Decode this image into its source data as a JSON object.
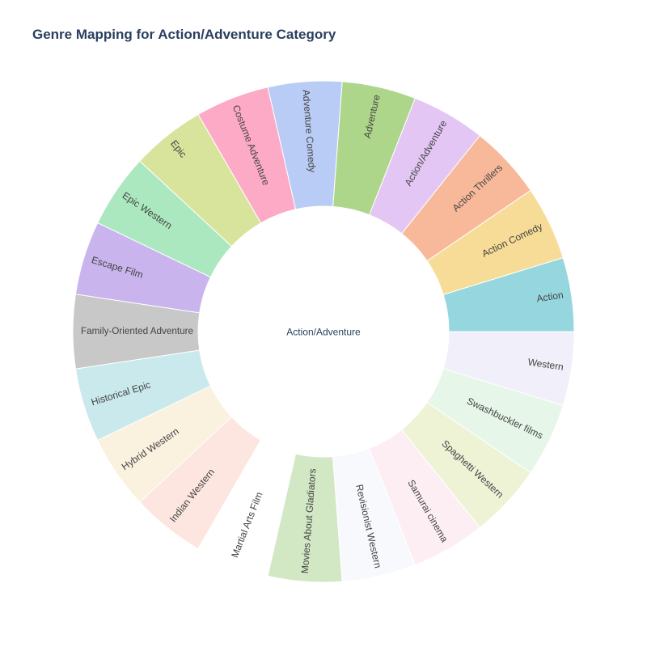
{
  "chart_data": {
    "type": "sunburst",
    "title": "Genre Mapping for Action/Adventure Category",
    "root": "Action/Adventure",
    "children": [
      {
        "label": "Action",
        "value": 1,
        "color": "#96d6de"
      },
      {
        "label": "Action Comedy",
        "value": 1,
        "color": "#f7dc97"
      },
      {
        "label": "Action Thrillers",
        "value": 1,
        "color": "#f8b99a"
      },
      {
        "label": "Action/Adventure",
        "value": 1,
        "color": "#e3c6f4"
      },
      {
        "label": "Adventure",
        "value": 1,
        "color": "#aed68a"
      },
      {
        "label": "Adventure Comedy",
        "value": 1,
        "color": "#b9ccf5"
      },
      {
        "label": "Costume Adventure",
        "value": 1,
        "color": "#fdaac6"
      },
      {
        "label": "Epic",
        "value": 1,
        "color": "#d8e39c"
      },
      {
        "label": "Epic Western",
        "value": 1,
        "color": "#abe8bf"
      },
      {
        "label": "Escape Film",
        "value": 1,
        "color": "#c9b4ee"
      },
      {
        "label": "Family-Oriented Adventure",
        "value": 1,
        "color": "#c8c8c8"
      },
      {
        "label": "Historical Epic",
        "value": 1,
        "color": "#c9e9ec"
      },
      {
        "label": "Hybrid Western",
        "value": 1,
        "color": "#faf1de"
      },
      {
        "label": "Indian Western",
        "value": 1,
        "color": "#fde6df"
      },
      {
        "label": "Martial Arts Film",
        "value": 1,
        "color": "#ffffff"
      },
      {
        "label": "Movies About Gladiators",
        "value": 1,
        "color": "#d2e8c5"
      },
      {
        "label": "Revisionist Western",
        "value": 1,
        "color": "#f8f9fd"
      },
      {
        "label": "Samurai cinema",
        "value": 1,
        "color": "#fdeef4"
      },
      {
        "label": "Spaghetti Western",
        "value": 1,
        "color": "#eef3d6"
      },
      {
        "label": "Swashbuckler films",
        "value": 1,
        "color": "#e6f7e9"
      },
      {
        "label": "Western",
        "value": 1,
        "color": "#f1eff9"
      }
    ]
  }
}
